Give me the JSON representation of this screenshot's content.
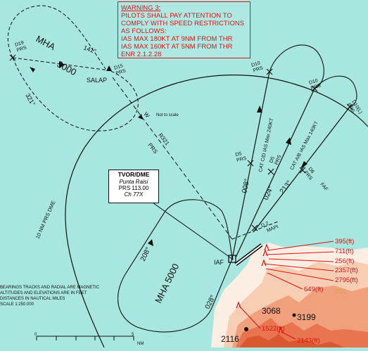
{
  "warning": {
    "title": "WARNING 3:",
    "lines": [
      "PILOTS SHALL PAY ATTENTION TO",
      "COMPLY WITH SPEED RESTRICTIONS",
      "AS FOLLOWS:",
      "IAS MAX 180KT AT 9NM FROM THR",
      "IAS MAX 160KT AT 5NM FROM THR",
      "ENR 2.1.2.28"
    ]
  },
  "navaid": {
    "title": "TVOR/DME",
    "name": "Punta Raisi",
    "freq": "PRS 113.00",
    "channel": "Ch 77X"
  },
  "fixes": {
    "salap": "SALAP",
    "iaf": "IAF",
    "d19": "D19\nPRS",
    "d15": "D15\nPRS",
    "d10a": "D10\nPRS",
    "d10b": "D10\nPRS",
    "d10l": "D10(L)\nPRS",
    "d5a": "D5\nPRS",
    "d5b": "D5\nPRS",
    "d6": "D6\nPRS",
    "faf": "FAF",
    "d2": "D 2",
    "mapt": "MAPt",
    "prs_small": "PRS"
  },
  "tracks": {
    "t141": "141°",
    "t321": "321°",
    "t008": "008°",
    "t024": "024°",
    "t213": "213°",
    "t208": "208°",
    "t028": "028°",
    "r321": "R321"
  },
  "holdings": {
    "mha_top": "MHA",
    "mha_top_val": "3000",
    "mha_bottom": "MHA 5000"
  },
  "speed_labels": {
    "cat_cd": "CAT C/D IAS Max 240KT",
    "cat_ab": "CAT A/B IAS Max 140KT"
  },
  "misc": {
    "not_to_scale": "Not to scale",
    "dme_arc": "10 NM PRS DME",
    "w_mark": "W"
  },
  "obstacles": [
    "395(ft)",
    "711(ft)",
    "256(ft)",
    "2357(ft)",
    "2795(ft)",
    "649(ft)",
    "1522(ft)",
    "2143(ft)"
  ],
  "spot_heights": [
    "3068",
    "3199",
    "2116",
    "250"
  ],
  "notes": [
    "BEARINGS TRACKS AND RADIAL ARE MAGNETIC",
    "ALTITUDES AND ELEVATIONS ARE IN FEET",
    "DISTANCES IN NAUTICAL MILES",
    "SCALE  1:250.000"
  ],
  "scale": {
    "zero": "0",
    "five": "5",
    "unit": "NM"
  },
  "colors": {
    "sea": "#a8e6e0",
    "land": "#fdeee4",
    "terrain_low": "#f6c3a8",
    "terrain_high": "#e8754f",
    "warning": "#dd1111",
    "obstacle": "#d11"
  }
}
